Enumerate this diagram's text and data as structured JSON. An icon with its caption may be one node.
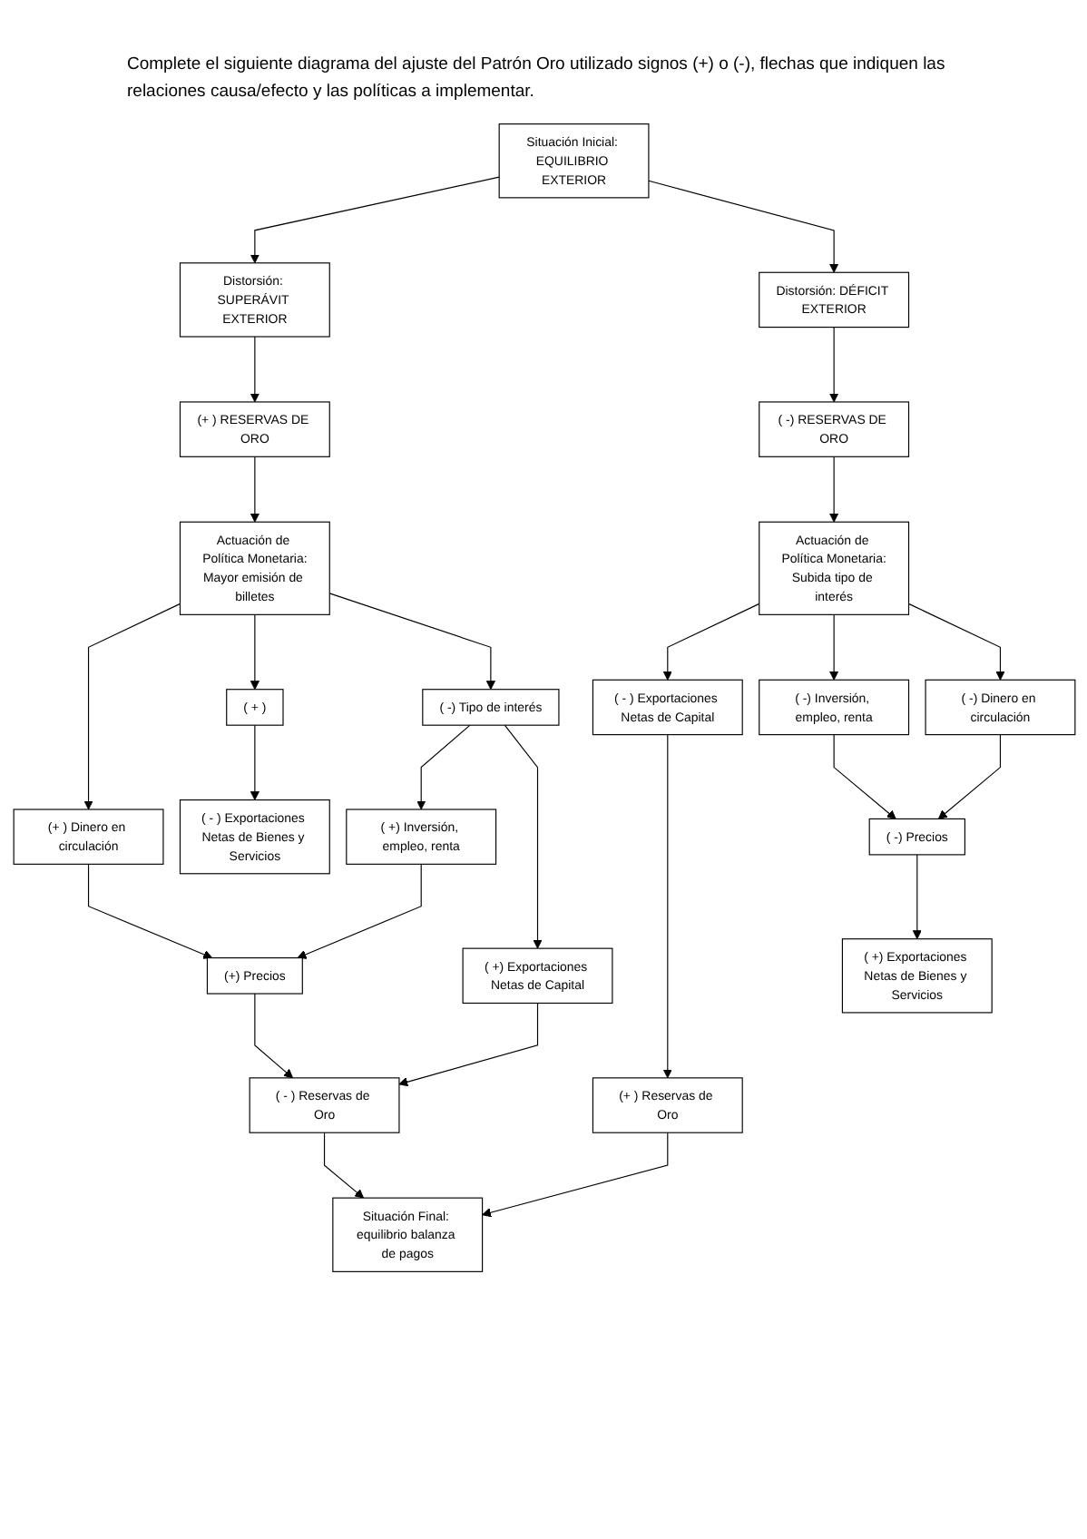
{
  "diagram": {
    "nodes": [
      {
        "text": [
          "Situación Inicial: EQUILIBRIO EXTERIOR"
        ]
      },
      {
        "text": [
          "Distorsión: SUPERÁVIT EXTERIOR"
        ]
      },
      {
        "text": [
          "Distorsión: DÉFICIT EXTERIOR"
        ]
      },
      {
        "text": [
          "(+ ) RESERVAS DE ORO"
        ]
      },
      {
        "text": [
          "( -) RESERVAS DE ORO"
        ]
      },
      {
        "text": [
          "Actuación de Política Monetaria:",
          "Mayor emisión de billetes"
        ]
      },
      {
        "text": [
          "Actuación de Política Monetaria:",
          "Subida tipo de interés"
        ]
      },
      {
        "text": [
          "( + )"
        ]
      },
      {
        "text": [
          "( -) Tipo de interés"
        ]
      },
      {
        "text": [
          "( - ) Exportaciones Netas de Capital"
        ]
      },
      {
        "text": [
          "( -) Inversión, empleo, renta"
        ]
      },
      {
        "text": [
          "( -) Dinero en circulación"
        ]
      },
      {
        "text": [
          "(+ ) Dinero en circulación"
        ]
      },
      {
        "text": [
          "( - ) Exportaciones Netas de Bienes y Servicios"
        ]
      },
      {
        "text": [
          "( +) Inversión, empleo, renta"
        ]
      },
      {
        "text": [
          "( +) Exportaciones Netas de Capital"
        ]
      },
      {
        "text": [
          "( -) Precios"
        ]
      },
      {
        "text": [
          "( +) Exportaciones Netas de Bienes y Servicios"
        ]
      },
      {
        "text": [
          "(+) Precios"
        ]
      },
      {
        "text": [
          "( - ) Reservas de Oro"
        ]
      },
      {
        "text": [
          "(+ ) Reservas de Oro"
        ]
      },
      {
        "text": [
          "Situación Final: equilibrio balanza de pagos"
        ]
      }
    ],
    "edges": [
      {
        "from": 0,
        "to": 1,
        "arrow": "to"
      },
      {
        "from": 0,
        "to": 2,
        "arrow": "to"
      },
      {
        "from": 1,
        "to": 3,
        "arrow": "to"
      },
      {
        "from": 2,
        "to": 4,
        "arrow": "to"
      },
      {
        "from": 3,
        "to": 5,
        "arrow": "to"
      },
      {
        "from": 4,
        "to": 6,
        "arrow": "to"
      },
      {
        "from": 5,
        "to": 12,
        "arrow": "to"
      },
      {
        "from": 5,
        "to": 7,
        "arrow": "to"
      },
      {
        "from": 5,
        "to": 8,
        "arrow": "to"
      },
      {
        "from": 7,
        "to": 13,
        "arrow": "to"
      },
      {
        "from": 8,
        "to": 14,
        "arrow": "to"
      },
      {
        "from": 8,
        "to": 15,
        "arrow": "to"
      },
      {
        "from": 6,
        "to": 9,
        "arrow": "to"
      },
      {
        "from": 6,
        "to": 10,
        "arrow": "to"
      },
      {
        "from": 6,
        "to": 11,
        "arrow": "to"
      },
      {
        "from": 10,
        "to": 16,
        "arrow": "to"
      },
      {
        "from": 11,
        "to": 16,
        "arrow": "to"
      },
      {
        "from": 16,
        "to": 17,
        "arrow": "to"
      },
      {
        "from": 12,
        "to": 18,
        "arrow": "to"
      },
      {
        "from": 14,
        "to": 18,
        "arrow": "to"
      },
      {
        "from": 18,
        "to": 19,
        "arrow": "to"
      },
      {
        "from": 15,
        "to": 19,
        "arrow": "to"
      },
      {
        "from": 9,
        "to": 20,
        "arrow": "to"
      },
      {
        "from": 19,
        "to": 21,
        "arrow": "to"
      },
      {
        "from": 20,
        "to": 21,
        "arrow": "to"
      }
    ],
    "labels": [
      "Complete el siguiente diagrama del ajuste del Patrón Oro utilizado signos (+) o (-), flechas que indiquen las relaciones causa/efecto y las políticas a implementar."
    ]
  }
}
